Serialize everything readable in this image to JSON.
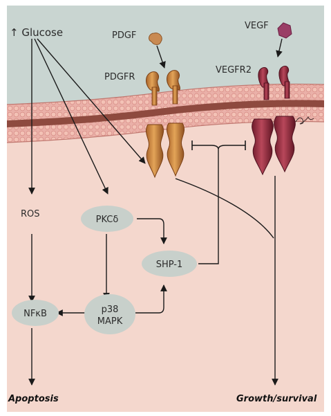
{
  "diagram": {
    "labels": {
      "glucose": "↑ Glucose",
      "pdgf": "PDGF",
      "pdgfr": "PDGFR",
      "vegf": "VEGF",
      "vegfr2": "VEGFR2",
      "ros": "ROS",
      "pkcd": "PKCδ",
      "shp1": "SHP-1",
      "nfkb": "NFκB",
      "p38_line1": "p38",
      "p38_line2": "MAPK",
      "apoptosis": "Apoptosis",
      "growth": "Growth/survival"
    },
    "colors": {
      "upper_background": "#c9d5d1",
      "lower_background": "#f4d7cd",
      "membrane": "#e9a6a0",
      "pdgfr_receptor": "#c9883a",
      "vegfr_receptor": "#8e2a3a",
      "node_fill": "#c8d0cb"
    }
  }
}
